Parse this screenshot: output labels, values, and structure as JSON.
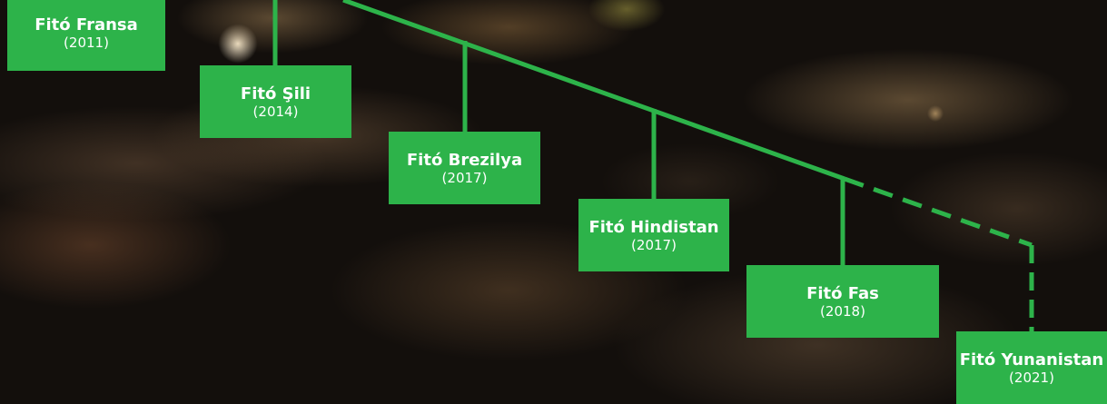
{
  "colors": {
    "accent": "#2db34a",
    "text": "#ffffff"
  },
  "nodes": [
    {
      "name": "Fitó Fransa",
      "year": "(2011)",
      "connector": "solid"
    },
    {
      "name": "Fitó Şili",
      "year": "(2014)",
      "connector": "solid"
    },
    {
      "name": "Fitó Brezilya",
      "year": "(2017)",
      "connector": "solid"
    },
    {
      "name": "Fitó Hindistan",
      "year": "(2017)",
      "connector": "solid"
    },
    {
      "name": "Fitó Fas",
      "year": "(2018)",
      "connector": "solid"
    },
    {
      "name": "Fitó Yunanistan",
      "year": "(2021)",
      "connector": "dashed"
    }
  ]
}
